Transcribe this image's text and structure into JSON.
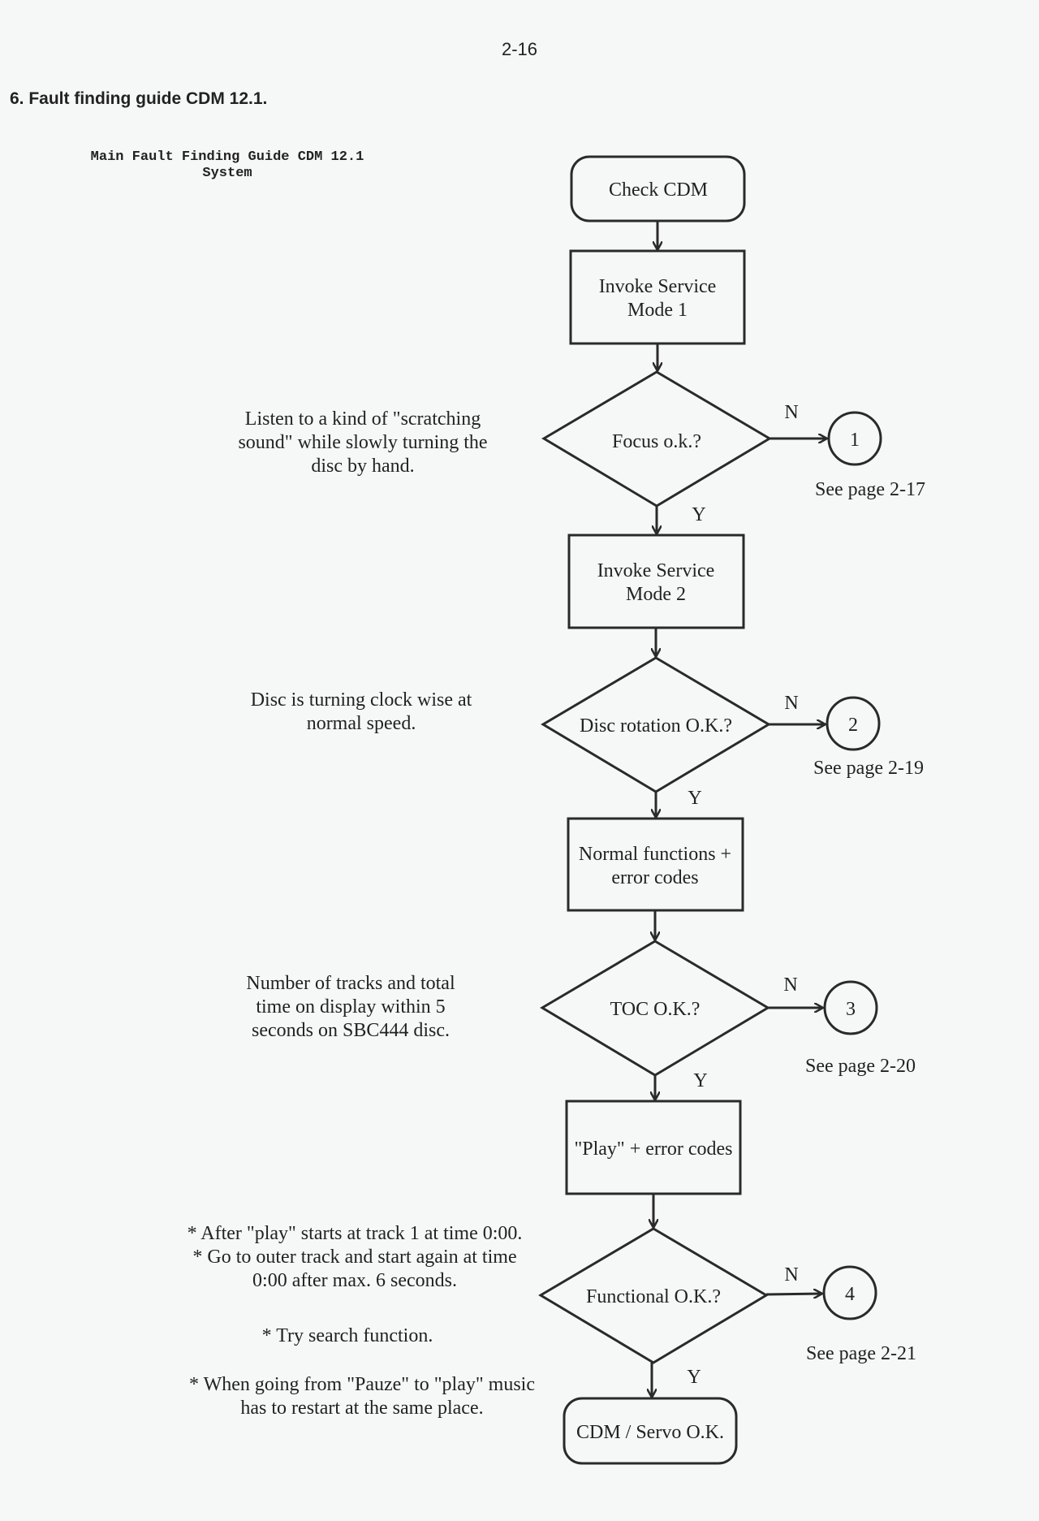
{
  "page_number": "2-16",
  "section_title": "6. Fault finding guide CDM 12.1.",
  "diagram_title": [
    "Main Fault Finding Guide CDM 12.1",
    "System"
  ],
  "nodes": {
    "start": "Check CDM",
    "sm1": [
      "Invoke Service",
      "Mode 1"
    ],
    "focus": "Focus o.k.?",
    "sm2": [
      "Invoke Service",
      "Mode 2"
    ],
    "disc": "Disc rotation O.K.?",
    "normal": [
      "Normal functions +",
      "error codes"
    ],
    "toc": "TOC O.K.?",
    "play": "\"Play\" + error codes",
    "functional": "Functional O.K.?",
    "end": "CDM / Servo O.K."
  },
  "branches": {
    "no": "N",
    "yes": "Y"
  },
  "connectors": [
    {
      "num": "1",
      "ref": "See page 2-17"
    },
    {
      "num": "2",
      "ref": "See page 2-19"
    },
    {
      "num": "3",
      "ref": "See page 2-20"
    },
    {
      "num": "4",
      "ref": "See page 2-21"
    }
  ],
  "notes": {
    "focus": [
      "Listen to a kind of \"scratching",
      "sound\" while slowly turning the",
      "disc by hand."
    ],
    "disc": [
      "Disc is turning clock wise at",
      "normal speed."
    ],
    "toc": [
      "Number of tracks and total",
      "time on display within 5",
      "seconds on SBC444 disc."
    ],
    "functional": [
      "* After \"play\" starts at track 1 at time 0:00.",
      "*  Go to outer track and start again at time",
      "0:00 after max. 6 seconds.",
      "* Try search function.",
      "* When going from \"Pauze\" to \"play\" music",
      "has to restart at the same place."
    ]
  }
}
